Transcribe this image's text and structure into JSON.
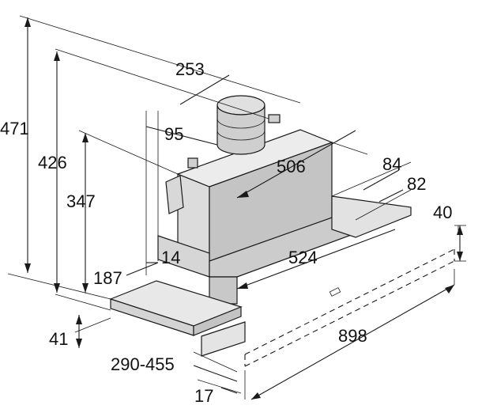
{
  "dimensions": {
    "overall_height": "471",
    "height_426": "426",
    "height_347": "347",
    "top_depth": "253",
    "outlet_offset": "95",
    "body_width": "506",
    "depth_84": "84",
    "depth_82": "82",
    "front_height": "40",
    "offset_14": "14",
    "lower_width": "524",
    "depth_187": "187",
    "bottom_height": "41",
    "pullout_range": "290-455",
    "overall_width": "898",
    "front_thickness": "17"
  },
  "colors": {
    "line": "#1a1a1a",
    "body_front": "#dcdcdc",
    "body_side": "#c4c4c4",
    "body_top": "#ececec",
    "background": "#ffffff"
  }
}
